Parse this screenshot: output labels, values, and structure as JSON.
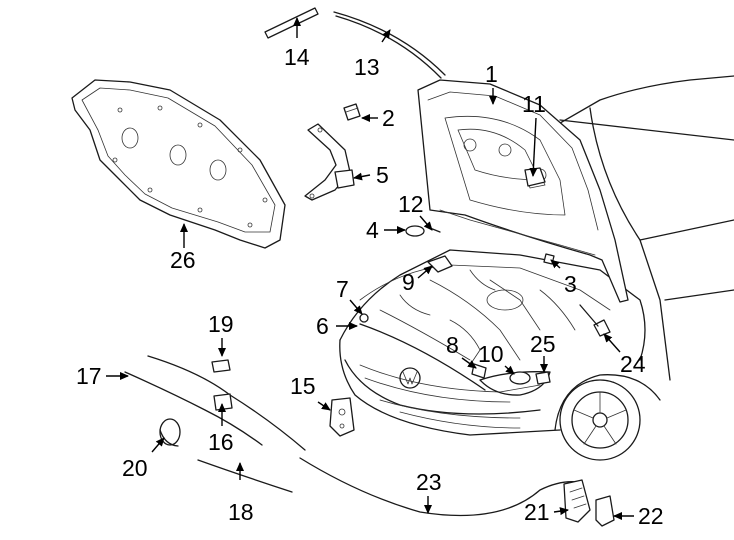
{
  "diagram": {
    "callouts": [
      "1",
      "2",
      "3",
      "4",
      "5",
      "6",
      "7",
      "8",
      "9",
      "10",
      "11",
      "12",
      "13",
      "14",
      "15",
      "16",
      "17",
      "18",
      "19",
      "20",
      "21",
      "22",
      "23",
      "24",
      "25",
      "26"
    ],
    "colors": {
      "line": "#1a1a1a",
      "background": "#ffffff"
    }
  }
}
